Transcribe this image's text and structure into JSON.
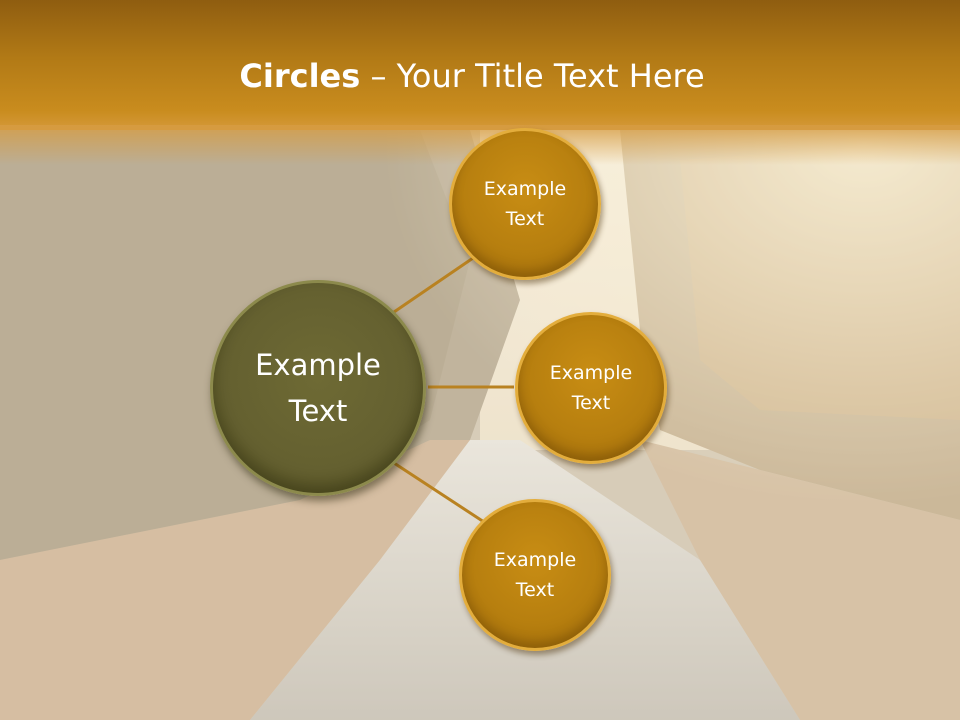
{
  "slide": {
    "title_bold": "Circles",
    "title_rest": " – Your Title Text Here"
  },
  "diagram": {
    "center": {
      "label": "Example Text"
    },
    "nodes": [
      {
        "label": "Example Text"
      },
      {
        "label": "Example Text"
      },
      {
        "label": "Example Text"
      }
    ]
  },
  "colors": {
    "title_bar": "#b27a16",
    "node_fill": "#b77f0f",
    "node_border": "#e3ad3c",
    "center_fill": "#646030",
    "connector": "#b98221"
  }
}
